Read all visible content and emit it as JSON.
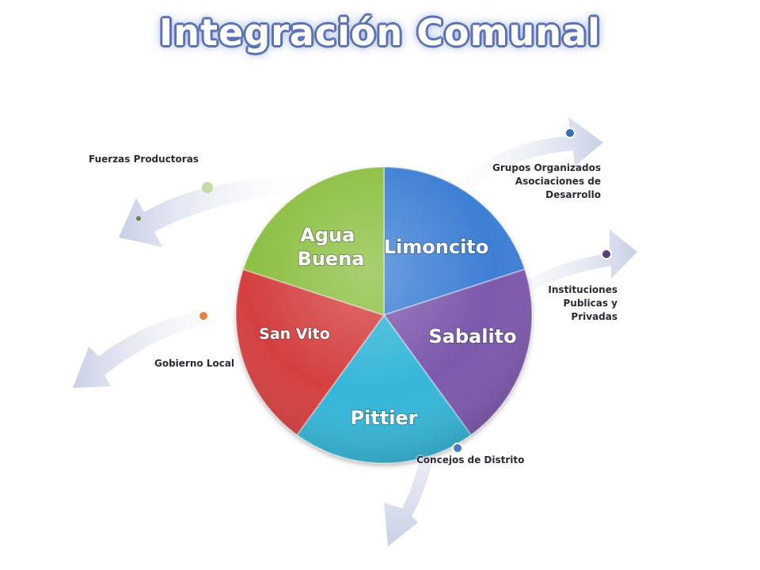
{
  "title": "Integración Comunal",
  "center_segments": [
    {
      "id": "limoncito",
      "label": "Limoncito",
      "color": "#3d7fd4"
    },
    {
      "id": "sabalito",
      "label": "Sabalito",
      "color": "#7d59ad"
    },
    {
      "id": "pittier",
      "label": "Pittier",
      "color": "#36b6d8"
    },
    {
      "id": "san-vito",
      "label": "San Vito",
      "color": "#d4403f"
    },
    {
      "id": "agua-buena",
      "label": [
        "Agua",
        "Buena"
      ],
      "color": "#8cbf43"
    }
  ],
  "external_labels": {
    "fuerzas_productoras": "Fuerzas Productoras",
    "grupos_organizados": [
      "Grupos Organizados",
      "Asociaciones de",
      "Desarrollo"
    ],
    "instituciones": [
      "Instituciones",
      "Publicas y",
      "Privadas"
    ],
    "gobierno_local": "Gobierno Local",
    "concejos_distrito": "Concejos de Distrito"
  },
  "dot_colors": {
    "fuerzas": "#c7d9a6",
    "grupos": "#3b6db3",
    "instituciones": "#5b3d7e",
    "gobierno": "#e5833a",
    "concejos": "#4a7cbf"
  }
}
